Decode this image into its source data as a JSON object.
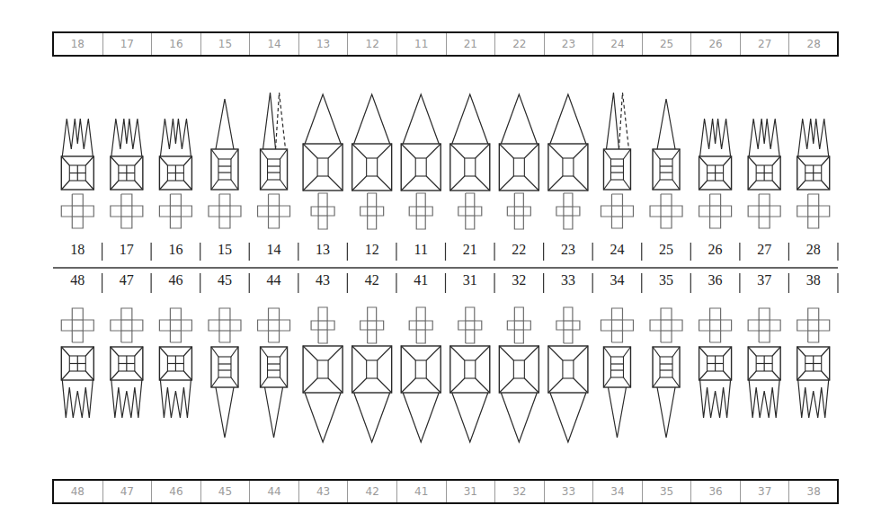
{
  "diagram": {
    "nodes": [
      {
        "text": [
          "18"
        ]
      },
      {
        "text": [
          "17"
        ]
      },
      {
        "text": [
          "16"
        ]
      },
      {
        "text": [
          "15"
        ]
      },
      {
        "text": [
          "14"
        ]
      },
      {
        "text": [
          "13"
        ]
      },
      {
        "text": [
          "12"
        ]
      },
      {
        "text": [
          "11"
        ]
      },
      {
        "text": [
          "21"
        ]
      },
      {
        "text": [
          "22"
        ]
      },
      {
        "text": [
          "23"
        ]
      },
      {
        "text": [
          "24"
        ]
      },
      {
        "text": [
          "25"
        ]
      },
      {
        "text": [
          "26"
        ]
      },
      {
        "text": [
          "27"
        ]
      },
      {
        "text": [
          "28"
        ]
      },
      {
        "text": [
          "48"
        ]
      },
      {
        "text": [
          "47"
        ]
      },
      {
        "text": [
          "46"
        ]
      },
      {
        "text": [
          "45"
        ]
      },
      {
        "text": [
          "44"
        ]
      },
      {
        "text": [
          "43"
        ]
      },
      {
        "text": [
          "42"
        ]
      },
      {
        "text": [
          "41"
        ]
      },
      {
        "text": [
          "31"
        ]
      },
      {
        "text": [
          "32"
        ]
      },
      {
        "text": [
          "33"
        ]
      },
      {
        "text": [
          "34"
        ]
      },
      {
        "text": [
          "35"
        ]
      },
      {
        "text": [
          "36"
        ]
      },
      {
        "text": [
          "37"
        ]
      },
      {
        "text": [
          "38"
        ]
      }
    ],
    "labels": [
      "18",
      "17",
      "16",
      "15",
      "14",
      "13",
      "12",
      "11",
      "21",
      "22",
      "23",
      "24",
      "25",
      "26",
      "27",
      "28",
      "48",
      "47",
      "46",
      "45",
      "44",
      "43",
      "42",
      "41",
      "31",
      "32",
      "33",
      "34",
      "35",
      "36",
      "37",
      "38"
    ]
  }
}
